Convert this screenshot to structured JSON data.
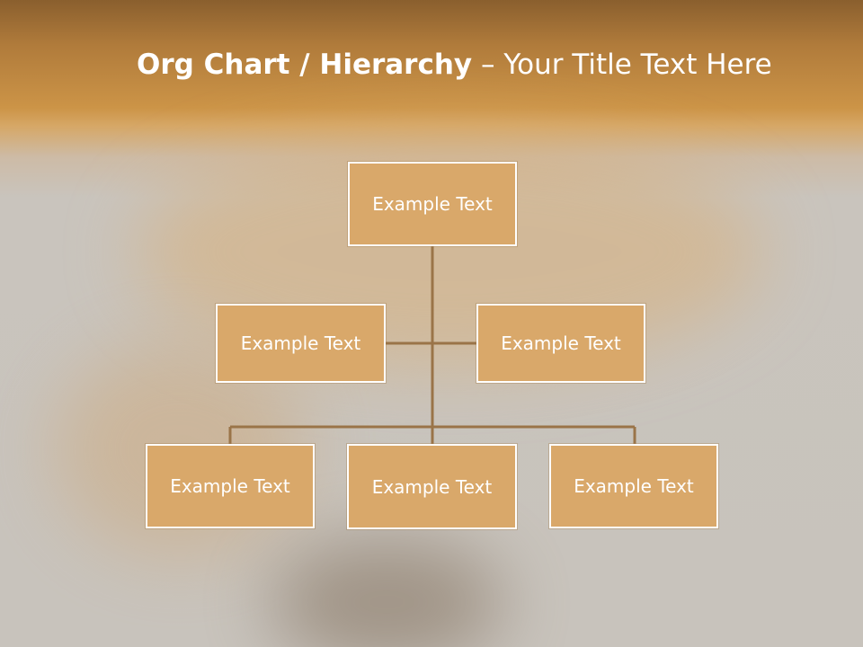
{
  "title": {
    "bold": "Org Chart / Hierarchy",
    "dash": "–",
    "rest": "Your Title Text Here"
  },
  "org_chart": {
    "root": {
      "label": "Example Text"
    },
    "level2": [
      {
        "label": "Example Text"
      },
      {
        "label": "Example Text"
      }
    ],
    "level3": [
      {
        "label": "Example Text"
      },
      {
        "label": "Example Text"
      },
      {
        "label": "Example Text"
      }
    ]
  },
  "colors": {
    "node_fill": "#d9a86a",
    "node_border": "#ffffff",
    "connector": "#9a7448",
    "header_band": "#cc9447"
  }
}
